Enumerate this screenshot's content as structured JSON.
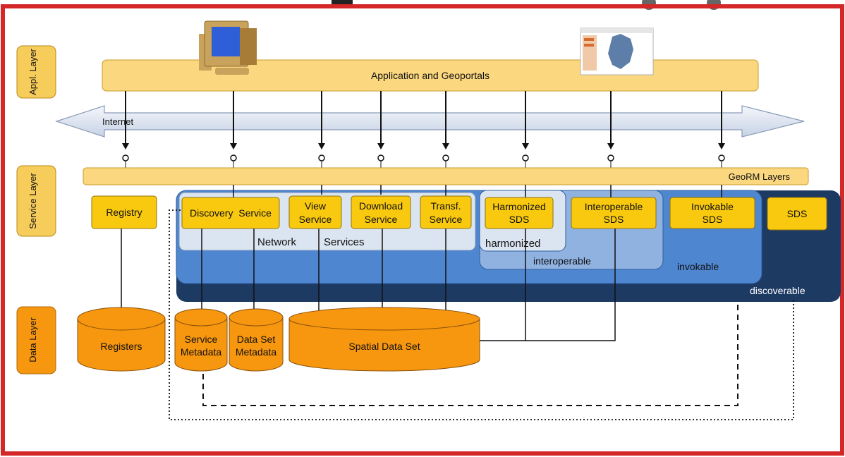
{
  "layers": {
    "application": "Appl. Layer",
    "service": "Service Layer",
    "data": "Data Layer"
  },
  "application_bar": "Application and Geoportals",
  "internet_label": "Internet",
  "georm_label": "GeoRM Layers",
  "services": {
    "registry": "Registry",
    "discovery": "Discovery  Service",
    "view": [
      "View",
      "Service"
    ],
    "download": [
      "Download",
      "Service"
    ],
    "transform": [
      "Transf.",
      "Service"
    ],
    "harmonized_sds": [
      "Harmonized",
      "SDS"
    ],
    "interoperable_sds": [
      "Interoperable",
      "SDS"
    ],
    "invokable_sds": [
      "Invokable",
      "SDS"
    ],
    "sds": "SDS"
  },
  "zones": {
    "network": "Network",
    "services": "Services",
    "harmonized": "harmonized",
    "interoperable": "interoperable",
    "invokable": "invokable",
    "discoverable": "discoverable"
  },
  "data_stores": {
    "registers": "Registers",
    "service_metadata": [
      "Service",
      "Metadata"
    ],
    "dataset_metadata": [
      "Data Set",
      "Metadata"
    ],
    "spatial_data_set": "Spatial Data Set"
  },
  "colors": {
    "orange_box": "#f6cc5a",
    "light_bar": "#fbd77f",
    "cylinder": "#f7960f",
    "dark_navy": "#1d3a63",
    "mid_blue": "#4f86d0",
    "light_blue": "#8fb2e0",
    "pale_blue": "#dbe5f1",
    "frame_red": "#d42828"
  },
  "icons": [
    "desktop-computer-icon",
    "germany-map-screenshot-icon"
  ]
}
